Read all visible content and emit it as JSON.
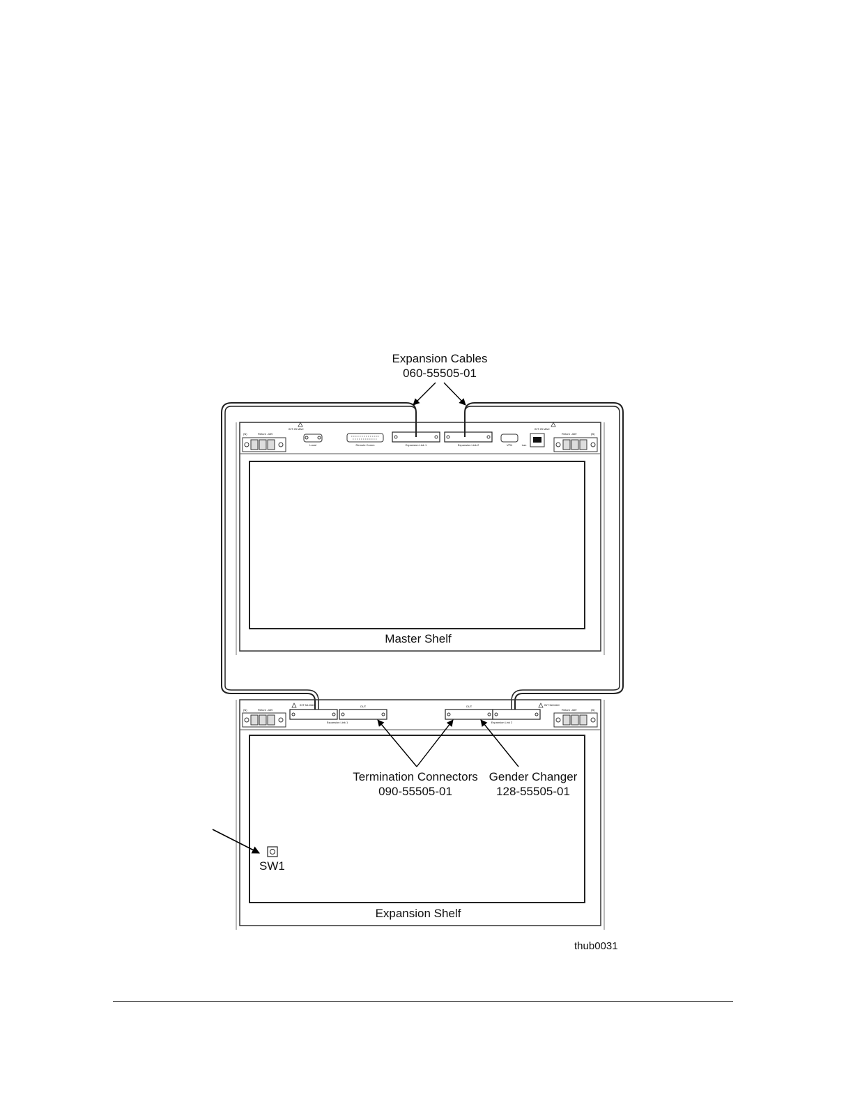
{
  "callouts": {
    "expansion_cables": {
      "title": "Expansion Cables",
      "part": "060-55505-01"
    },
    "termination_connectors": {
      "title": "Termination Connectors",
      "part": "090-55505-01"
    },
    "gender_changer": {
      "title": "Gender Changer",
      "part": "128-55505-01"
    },
    "switch": {
      "label": "SW1"
    }
  },
  "master_shelf": {
    "title": "Master Shelf",
    "port_labels": [
      "Local",
      "Remote Comm",
      "Expansion Link 1",
      "Expansion Link 2",
      "VPN",
      "Lan"
    ],
    "power_labels": {
      "left_polarity": "(N)",
      "right_polarity": "(B)",
      "terminal": "Return  -48V",
      "fuse_left": "INT 25 MAX",
      "fuse_right": "INT 25 MAX"
    }
  },
  "expansion_shelf": {
    "title": "Expansion Shelf",
    "port_labels": [
      "Expansion Link 1",
      "OUT",
      "OUT",
      "Expansion Link 2"
    ],
    "power_labels": {
      "left_polarity": "(N)",
      "right_polarity": "(B)",
      "terminal": "Return  -48V",
      "fuse_left": "INT 5A MAX",
      "fuse_right": "INT 5A MAX"
    }
  },
  "figure_id": "thub0031"
}
